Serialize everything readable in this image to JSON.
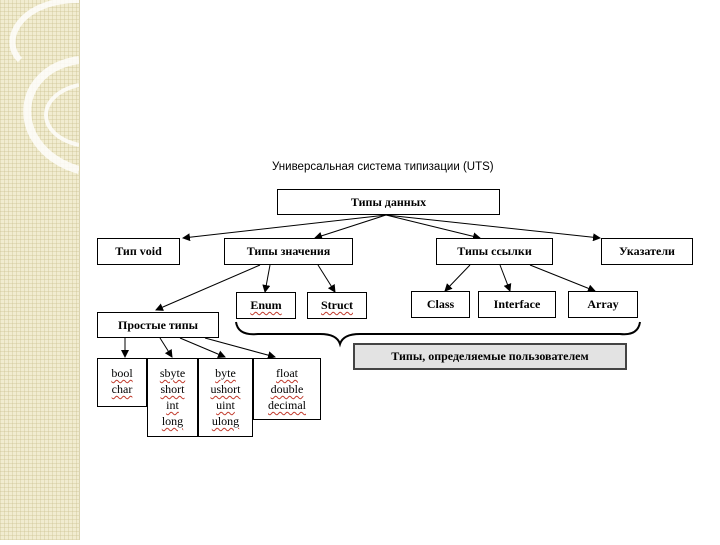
{
  "title": "Универсальная система типизации (UTS)",
  "root": "Типы данных",
  "level1": {
    "void": "Тип void",
    "value": "Типы значения",
    "ref": "Типы ссылки",
    "ptr": "Указатели"
  },
  "value_children": {
    "enum": "Enum",
    "struct": "Struct"
  },
  "ref_children": {
    "class": "Class",
    "interface": "Interface",
    "array": "Array"
  },
  "simple": "Простые типы",
  "user_defined": "Типы, определяемые пользователем",
  "simple_columns": [
    [
      "bool",
      "char"
    ],
    [
      "sbyte",
      "short",
      "int",
      "long"
    ],
    [
      "byte",
      "ushort",
      "uint",
      "ulong"
    ],
    [
      "float",
      "double",
      "decimal"
    ]
  ]
}
